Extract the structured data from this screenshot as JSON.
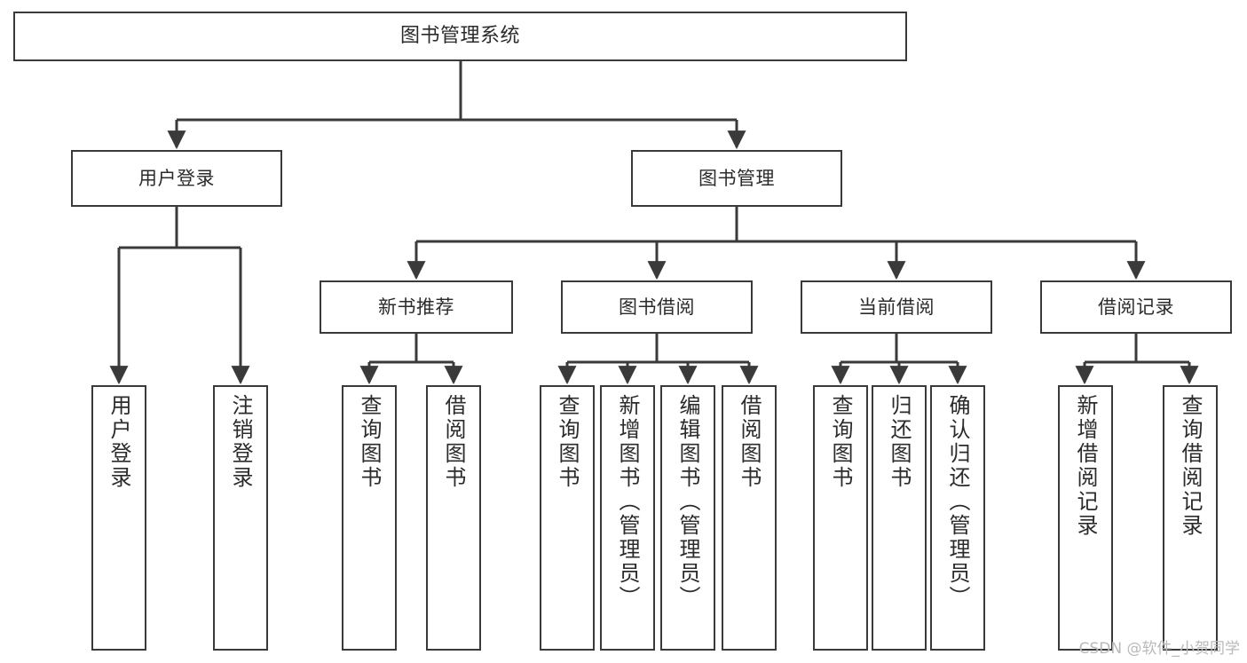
{
  "diagram": {
    "title": "图书管理系统",
    "type": "tree",
    "stroke_color": "#3a3a3a",
    "text_color": "#2b2b2b",
    "background_color": "#ffffff",
    "nodes": {
      "root": {
        "label": "图书管理系统"
      },
      "level2": [
        {
          "label": "用户登录"
        },
        {
          "label": "图书管理"
        }
      ],
      "level3": [
        {
          "label": "新书推荐"
        },
        {
          "label": "图书借阅"
        },
        {
          "label": "当前借阅"
        },
        {
          "label": "借阅记录"
        }
      ],
      "leaves": {
        "user_login": [
          {
            "label": "用户登录"
          },
          {
            "label": "注销登录"
          }
        ],
        "new_book_recommend": [
          {
            "label": "查询图书"
          },
          {
            "label": "借阅图书"
          }
        ],
        "book_borrow": [
          {
            "label": "查询图书"
          },
          {
            "label": "新增图书（管理员）"
          },
          {
            "label": "编辑图书（管理员）"
          },
          {
            "label": "借阅图书"
          }
        ],
        "current_borrow": [
          {
            "label": "查询图书"
          },
          {
            "label": "归还图书"
          },
          {
            "label": "确认归还（管理员）"
          }
        ],
        "borrow_record": [
          {
            "label": "新增借阅记录"
          },
          {
            "label": "查询借阅记录"
          }
        ]
      }
    }
  },
  "watermark": {
    "text": "CSDN @软件_小贺同学"
  }
}
